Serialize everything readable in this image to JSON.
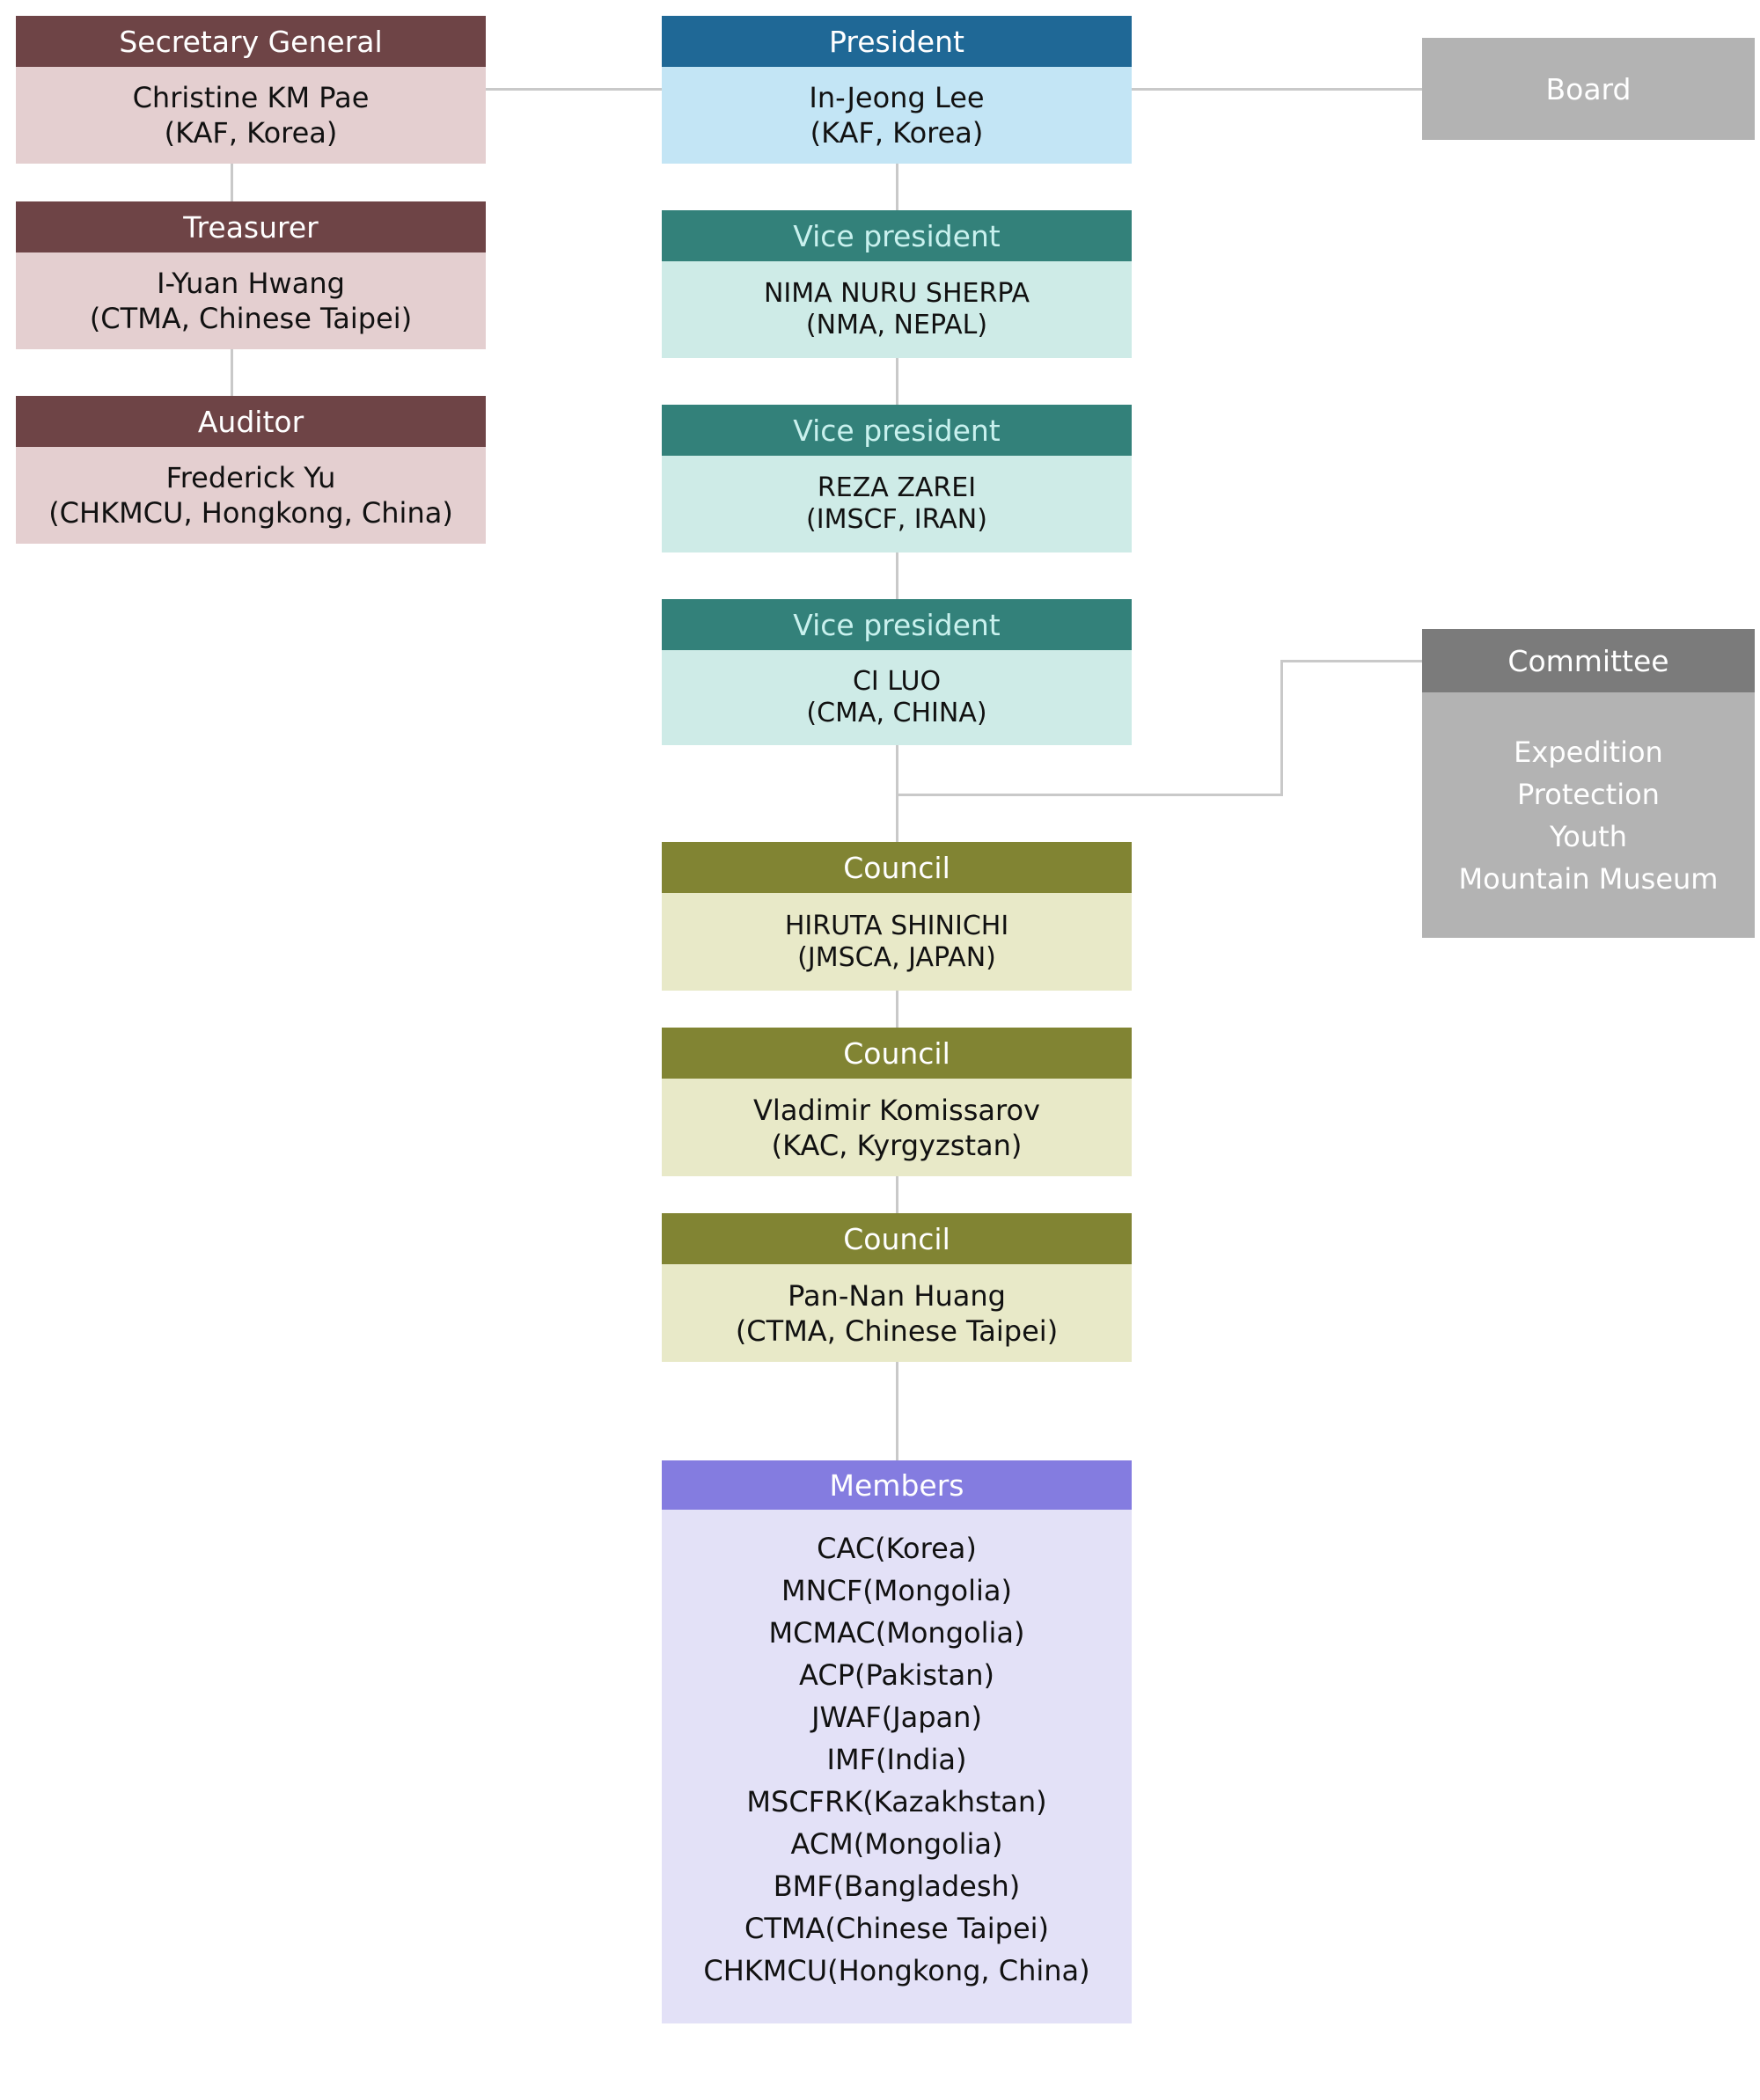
{
  "colors": {
    "maroon_header": "#6e4446",
    "maroon_body": "#e4cfd0",
    "president_header": "#1f6896",
    "president_body": "#c3e5f5",
    "vp_header": "#33817a",
    "vp_body": "#ceebe7",
    "council_header": "#818433",
    "council_body": "#e8e9c8",
    "members_header": "#847ce0",
    "members_body": "#e3e1f7",
    "board": "#b3b3b3",
    "committee_header": "#7b7b7b",
    "committee_body": "#b3b3b3",
    "connector": "#c9c9c9"
  },
  "secretary": {
    "title": "Secretary General",
    "name": "Christine KM Pae",
    "org": "(KAF, Korea)"
  },
  "treasurer": {
    "title": "Treasurer",
    "name": "I-Yuan Hwang",
    "org": "(CTMA, Chinese Taipei)"
  },
  "auditor": {
    "title": "Auditor",
    "name": "Frederick Yu",
    "org": "(CHKMCU, Hongkong, China)"
  },
  "president": {
    "title": "President",
    "name": "In-Jeong Lee",
    "org": "(KAF, Korea)"
  },
  "vice_presidents": [
    {
      "title": "Vice president",
      "name": "NIMA NURU SHERPA",
      "org": "(NMA, NEPAL)"
    },
    {
      "title": "Vice president",
      "name": "REZA ZAREI",
      "org": "(IMSCF, IRAN)"
    },
    {
      "title": "Vice president",
      "name": "CI LUO",
      "org": "(CMA, CHINA)"
    }
  ],
  "councils": [
    {
      "title": "Council",
      "name": "HIRUTA SHINICHI",
      "org": "(JMSCA, JAPAN)"
    },
    {
      "title": "Council",
      "name": "Vladimir Komissarov",
      "org": "(KAC, Kyrgyzstan)"
    },
    {
      "title": "Council",
      "name": "Pan-Nan Huang",
      "org": "(CTMA, Chinese Taipei)"
    }
  ],
  "board": {
    "label": "Board"
  },
  "committee": {
    "title": "Committee",
    "items": [
      "Expedition",
      "Protection",
      "Youth",
      "Mountain Museum"
    ]
  },
  "members": {
    "title": "Members",
    "items": [
      "CAC(Korea)",
      "MNCF(Mongolia)",
      "MCMAC(Mongolia)",
      "ACP(Pakistan)",
      "JWAF(Japan)",
      "IMF(India)",
      "MSCFRK(Kazakhstan)",
      "ACM(Mongolia)",
      "BMF(Bangladesh)",
      "CTMA(Chinese Taipei)",
      "CHKMCU(Hongkong, China)"
    ]
  }
}
